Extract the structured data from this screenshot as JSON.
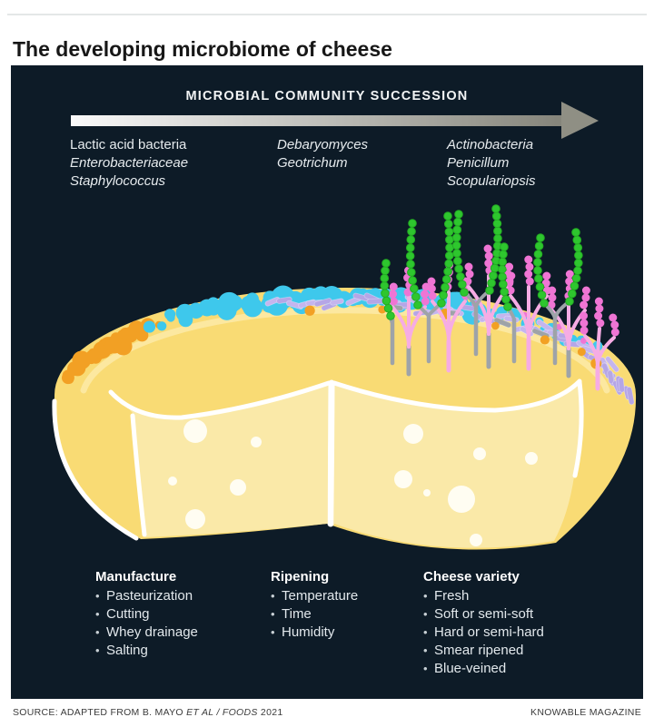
{
  "page": {
    "title": "The developing microbiome of cheese"
  },
  "panel": {
    "header": "MICROBIAL COMMUNITY SUCCESSION",
    "succession_groups": [
      [
        "Lactic acid bacteria",
        "Enterobacteriaceae",
        "Staphylococcus"
      ],
      [
        "Debaryomyces",
        "Geotrichum"
      ],
      [
        "Actinobacteria",
        "Penicillum",
        "Scopulariopsis"
      ]
    ],
    "lists": [
      {
        "header": "Manufacture",
        "items": [
          "Pasteurization",
          "Cutting",
          "Whey drainage",
          "Salting"
        ]
      },
      {
        "header": "Ripening",
        "items": [
          "Temperature",
          "Time",
          "Humidity"
        ]
      },
      {
        "header": "Cheese variety",
        "items": [
          "Fresh",
          "Soft or semi-soft",
          "Hard or semi-hard",
          "Smear ripened",
          "Blue-veined"
        ]
      }
    ],
    "bullet": "•"
  },
  "illustration": {
    "colors": {
      "panel_bg": "#0d1b27",
      "cheese_body": "#F9DB74",
      "cheese_face": "#FAE9A8",
      "cheese_highlight": "#FCE9A2",
      "cheese_hole": "#FFFDF2",
      "outline_white": "#FFFFFF",
      "lactic_orange": "#F2A024",
      "yeast_cyan": "#3EC8EC",
      "rod_lavender": "#B5A6E6",
      "rod_lavender_alt": "#C4B5EE",
      "mold_pink_bright": "#EF75D4",
      "mold_pink_pale": "#F6ACE4",
      "actino_green": "#2EC62E",
      "actino_green_edge": "#23AD23",
      "stalk_gray": "#9EA3A8",
      "arrow_light": "#FAFAFA",
      "arrow_dark": "#85857B",
      "arrow_head": "#8F8F84"
    }
  },
  "footer": {
    "source_prefix": "SOURCE: ADAPTED FROM B. MAYO ",
    "source_italic": "ET AL / FOODS",
    "source_suffix": " 2021",
    "brand": "KNOWABLE MAGAZINE"
  }
}
